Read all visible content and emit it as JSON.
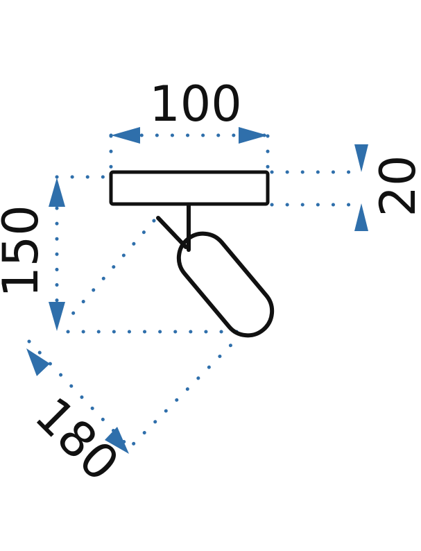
{
  "dimensions": {
    "width": "100",
    "base_height": "20",
    "total_height": "150",
    "spot_length": "180"
  },
  "colors": {
    "outline": "#111111",
    "arrow": "#2f6fab",
    "dots": "#2f6fab"
  }
}
